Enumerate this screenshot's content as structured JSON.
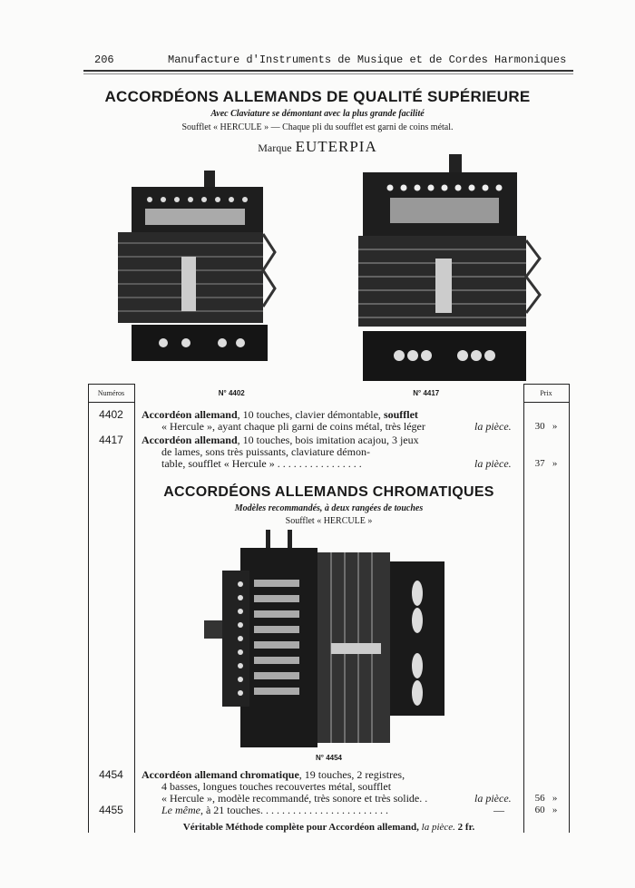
{
  "header": {
    "page_number": "206",
    "running_title": "Manufacture d'Instruments de Musique et de Cordes Harmoniques"
  },
  "section1": {
    "title": "ACCORDÉONS ALLEMANDS DE QUALITÉ SUPÉRIEURE",
    "subtitle": "Avec Claviature se démontant avec la plus grande facilité",
    "bellows_note": "Soufflet « HERCULE » — Chaque pli du soufflet est garni de coins métal.",
    "brand_prefix": "Marque",
    "brand": "EUTERPIA",
    "image_captions": [
      "N° 4402",
      "N° 4417"
    ]
  },
  "table": {
    "col_numbers": "Numéros",
    "col_price": "Prix"
  },
  "items1": [
    {
      "number": "4402",
      "name": "Accordéon allemand",
      "lines": [
        ", 10 touches, clavier démontable, ",
        "soufflet",
        "« Hercule », ayant chaque pli garni de coins métal, très léger"
      ],
      "unit": "la pièce.",
      "price": "30",
      "suffix": "»"
    },
    {
      "number": "4417",
      "name": "Accordéon allemand",
      "lines": [
        ", 10 touches, bois imitation acajou, 3 jeux",
        "de lames, sons très puissants, claviature démon-",
        "table, soufflet « Hercule » . . . . . . . . . . . . . . . ."
      ],
      "unit": "la pièce.",
      "price": "37",
      "suffix": "»"
    }
  ],
  "section2": {
    "title": "ACCORDÉONS ALLEMANDS CHROMATIQUES",
    "subtitle": "Modèles recommandés, à deux rangées de touches",
    "bellows_note": "Soufflet « HERCULE »",
    "image_caption": "N° 4454"
  },
  "items2": [
    {
      "number": "4454",
      "name": "Accordéon allemand chromatique",
      "lines": [
        ", 19 touches, 2 registres,",
        "4 basses, longues touches recouvertes métal, soufflet",
        "« Hercule », modèle recommandé, très sonore et très solide. ."
      ],
      "unit": "la pièce.",
      "price": "56",
      "suffix": "»"
    },
    {
      "number": "4455",
      "name": "Le même",
      "lines": [
        ", à 21 touches. . . . . . . . . . . . . . . . . . . . . . . ."
      ],
      "unit": "—",
      "price": "60",
      "suffix": "»"
    }
  ],
  "footer_note": {
    "text": "Véritable Méthode complète pour Accordéon allemand,",
    "unit": "la pièce.",
    "price": "2 fr."
  }
}
